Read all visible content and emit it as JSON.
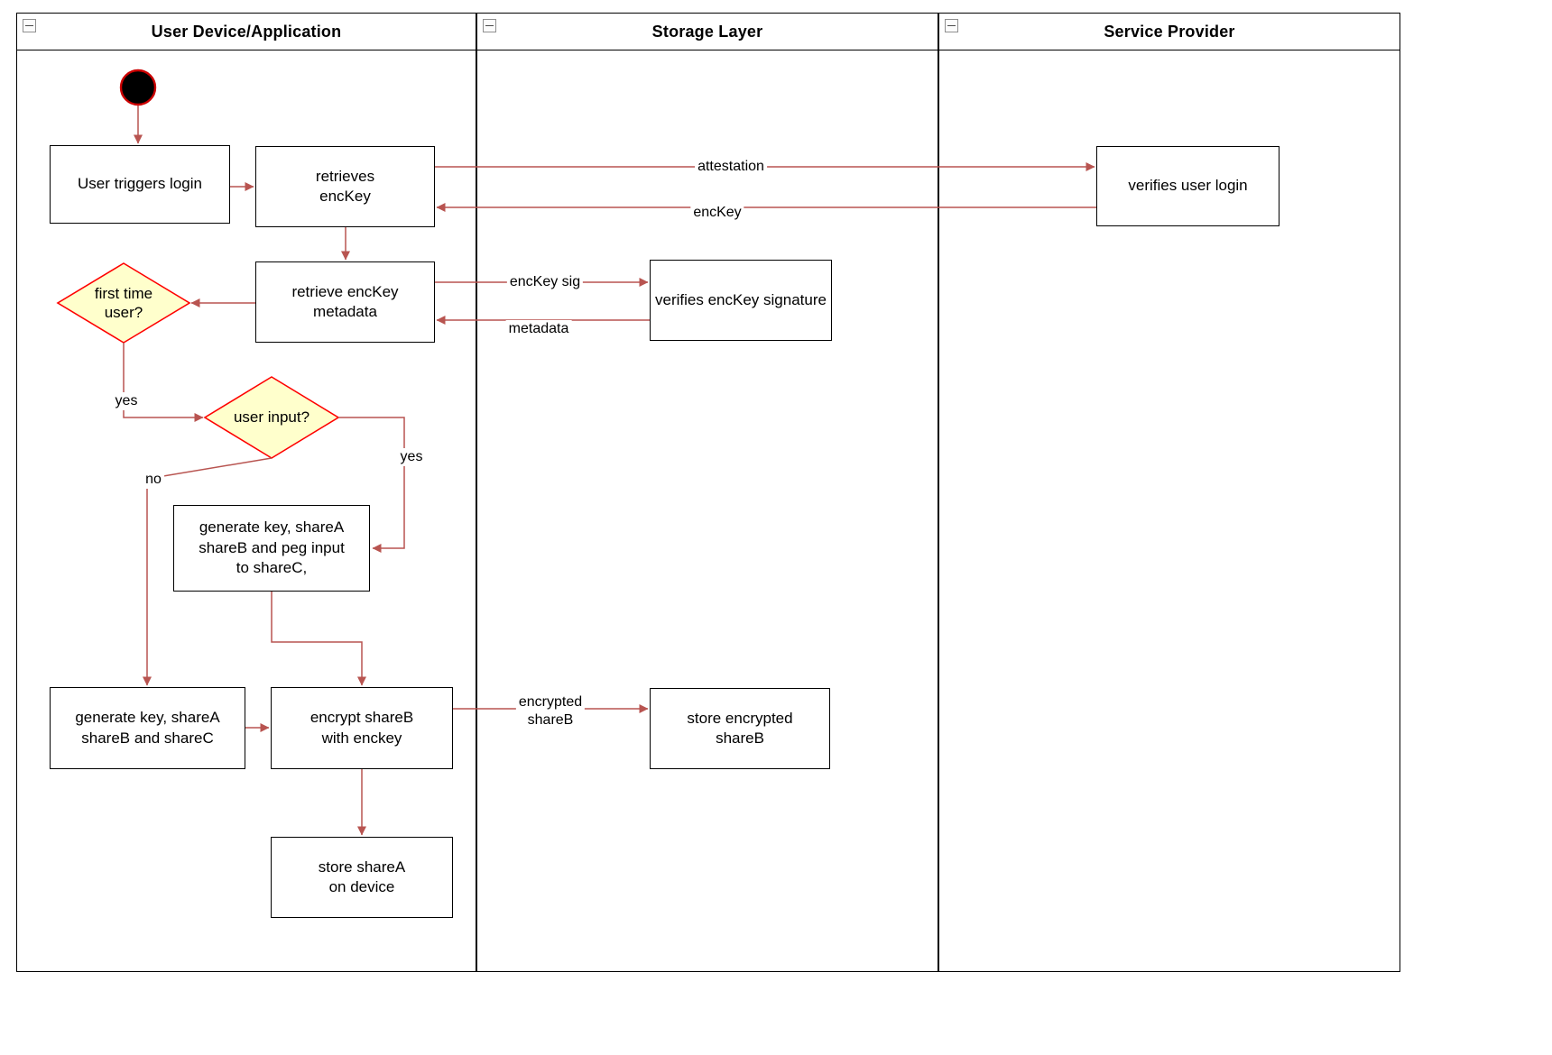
{
  "diagram": {
    "lanes": [
      {
        "title": "User Device/Application"
      },
      {
        "title": "Storage Layer"
      },
      {
        "title": "Service Provider"
      }
    ],
    "nodes": {
      "user_triggers_login": "User triggers login",
      "retrieves_enckey": "retrieves\nencKey",
      "verifies_user_login": "verifies user login",
      "retrieve_enckey_metadata": "retrieve encKey\nmetadata",
      "verifies_enckey_signature": "verifies encKey signature",
      "first_time_user": "first time\nuser?",
      "user_input": "user input?",
      "generate_key_peg_input": "generate key, shareA\nshareB and peg input\nto shareC,",
      "generate_key_shares": "generate key, shareA\nshareB and shareC",
      "encrypt_shareb": "encrypt shareB\nwith enckey",
      "store_encrypted_shareb": "store encrypted\nshareB",
      "store_sharea": "store shareA\non device"
    },
    "edge_labels": {
      "attestation": "attestation",
      "enckey": "encKey",
      "enckey_sig": "encKey sig",
      "metadata": "metadata",
      "yes_first_time": "yes",
      "yes_user_input": "yes",
      "no_user_input": "no",
      "encrypted_shareb": "encrypted\nshareB"
    },
    "colors": {
      "arrow": "#b85450",
      "diamond_fill": "#ffffcc",
      "diamond_border": "#ff0000",
      "node_fill": "#ffffff",
      "node_border": "#000000",
      "initial_fill": "#000000",
      "initial_stroke": "#cc0000"
    }
  }
}
